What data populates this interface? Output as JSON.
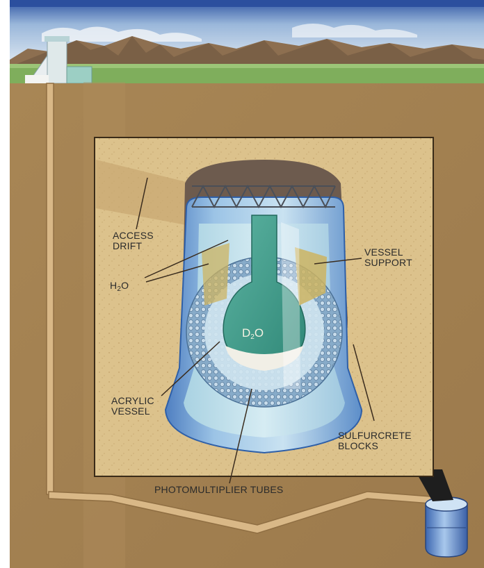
{
  "labels": {
    "access_drift": [
      "ACCESS",
      "DRIFT"
    ],
    "water": {
      "main": "H",
      "sub": "2",
      "tail": "O"
    },
    "vessel_support": [
      "VESSEL",
      "SUPPORT"
    ],
    "heavy_water": {
      "main": "D",
      "sub": "2",
      "tail": "O"
    },
    "acrylic_vessel": [
      "ACRYLIC",
      "VESSEL"
    ],
    "sulfurcrete_blocks": [
      "SULFURCRETE",
      "BLOCKS"
    ],
    "photomultiplier_tubes": "PHOTOMULTIPLIER TUBES"
  },
  "colors": {
    "sky_top": "#2f55a3",
    "sky_bottom": "#cfe0ee",
    "mountains": "#8a6e4f",
    "grass": "#7aa85a",
    "earth": "#a9875a",
    "earth_dark": "#8f6f45",
    "panel": "#d8bd86",
    "cavity_rock": "#6b5a4c",
    "water_blue": "#6f9fd4",
    "water_light": "#bfdcee",
    "heavy_water_teal": "#3f9c8c",
    "pipe": "#d9b887",
    "support_yellow": "#c9b35a"
  }
}
